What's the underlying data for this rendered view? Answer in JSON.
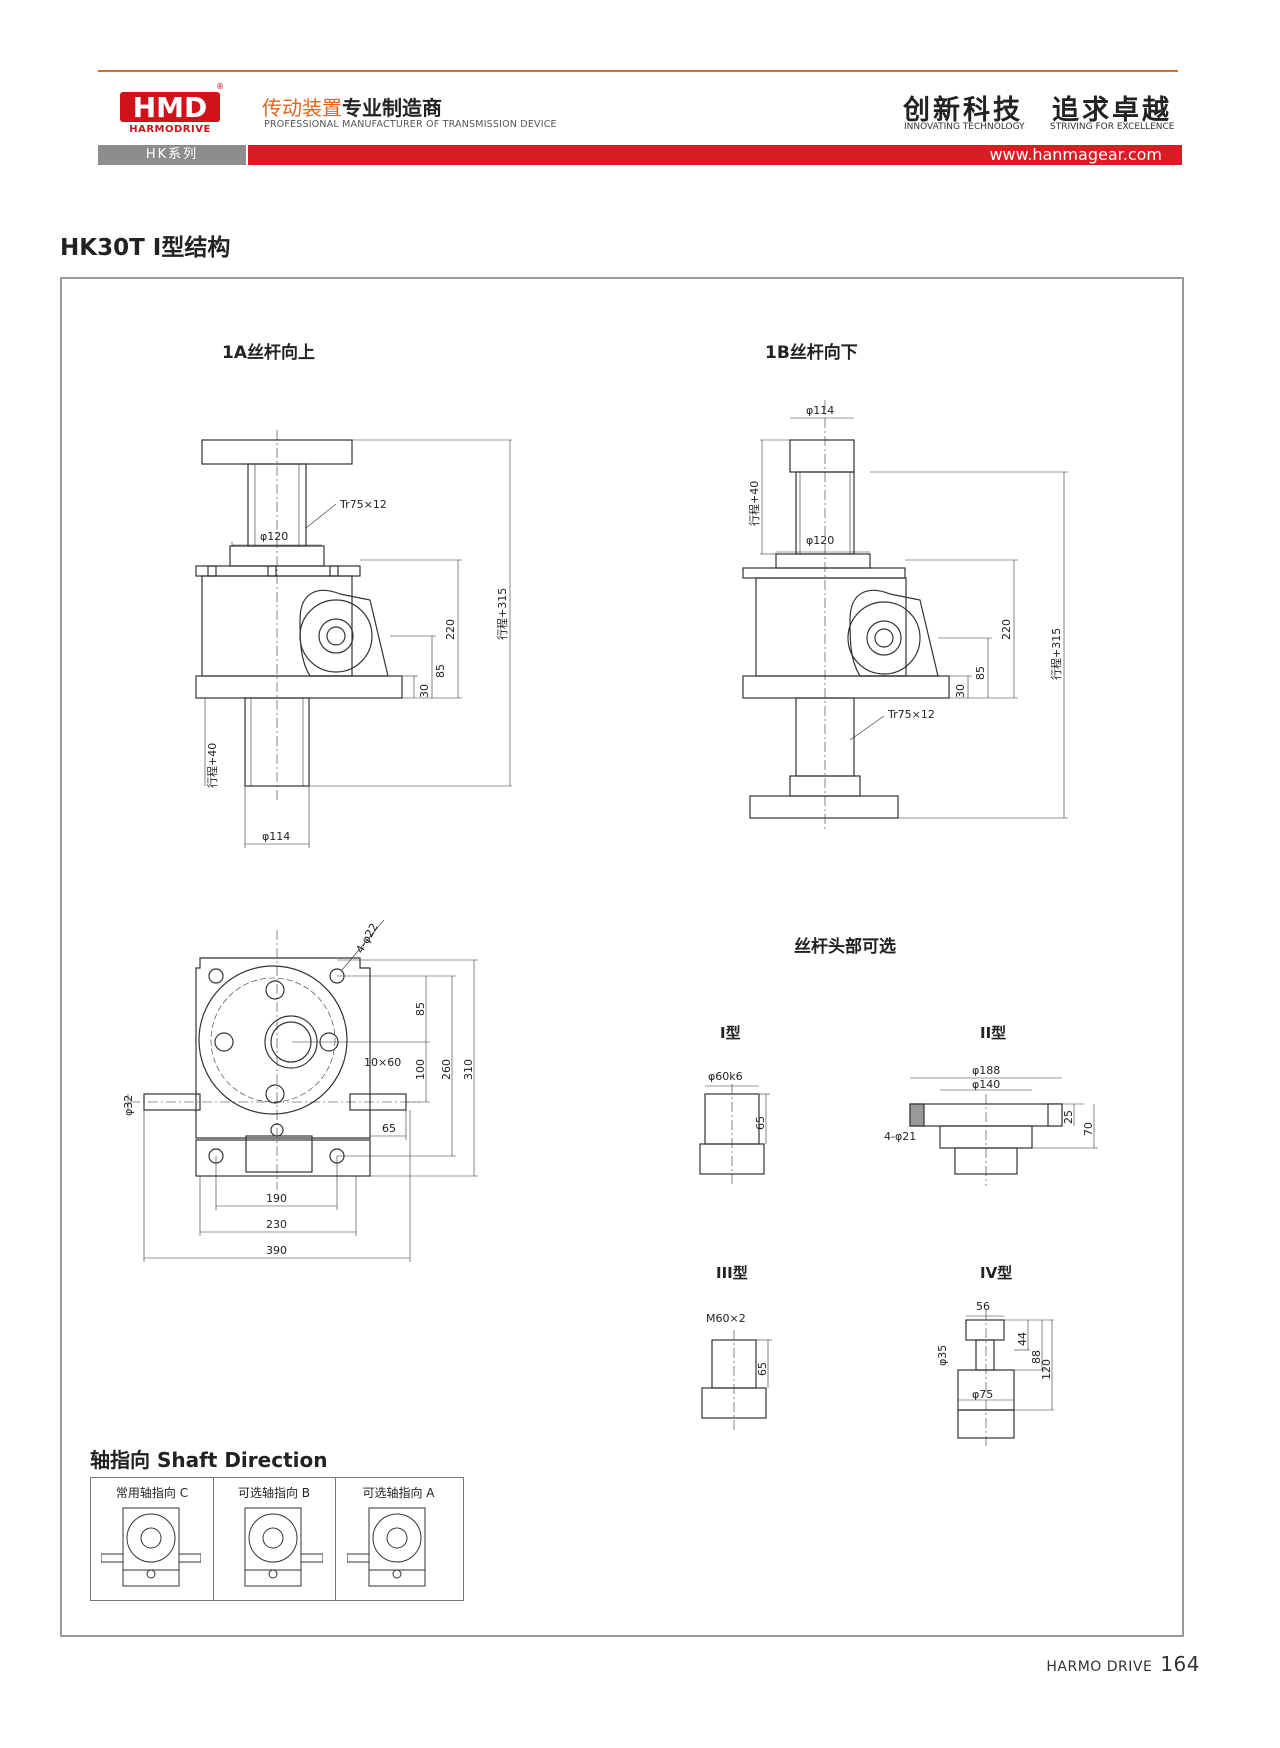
{
  "header": {
    "logo_text": "HMD",
    "logo_sub": "HARMODRIVE",
    "registered": "®",
    "tagline_cn_part1": "传动装置",
    "tagline_cn_part2": "专业制造商",
    "tagline_en": "PROFESSIONAL MANUFACTURER OF TRANSMISSION DEVICE",
    "slogan_1": "创新科技",
    "slogan_2": "追求卓越",
    "slogan_1_en": "INNOVATING TECHNOLOGY",
    "slogan_2_en": "STRIVING FOR EXCELLENCE",
    "series": "HK系列",
    "url": "www.hanmagear.com"
  },
  "page_title": "HK30T I型结构",
  "views": {
    "up_title": "1A丝杆向上",
    "down_title": "1B丝杆向下",
    "top_view_dims": {
      "bolt_holes": "4-φ22",
      "d85": "85",
      "d100": "100",
      "d260": "260",
      "d310": "310",
      "key": "10×60",
      "shaft_dia": "φ32",
      "d65": "65",
      "d190": "190",
      "d230": "230",
      "d390": "390"
    },
    "side_dims": {
      "d114": "φ114",
      "d120": "φ120",
      "thread": "Tr75×12",
      "stroke40": "行程+40",
      "stroke315": "行程+315",
      "d220": "220",
      "d85": "85",
      "d30": "30"
    }
  },
  "screw_heads": {
    "title": "丝杆头部可选",
    "type1": {
      "label": "I型",
      "dia": "φ60k6",
      "h": "65"
    },
    "type2": {
      "label": "II型",
      "d188": "φ188",
      "d140": "φ140",
      "holes": "4-φ21",
      "h25": "25",
      "h70": "70"
    },
    "type3": {
      "label": "III型",
      "thread": "M60×2",
      "h": "65"
    },
    "type4": {
      "label": "IV型",
      "w": "56",
      "d35": "φ35",
      "d75": "φ75",
      "h44": "44",
      "h88": "88",
      "h120": "120"
    }
  },
  "shaft_direction": {
    "title": "轴指向 Shaft Direction",
    "options": [
      "常用轴指向 C",
      "可选轴指向 B",
      "可选轴指向 A"
    ]
  },
  "footer": {
    "brand": "HARMO DRIVE",
    "page": "164"
  }
}
